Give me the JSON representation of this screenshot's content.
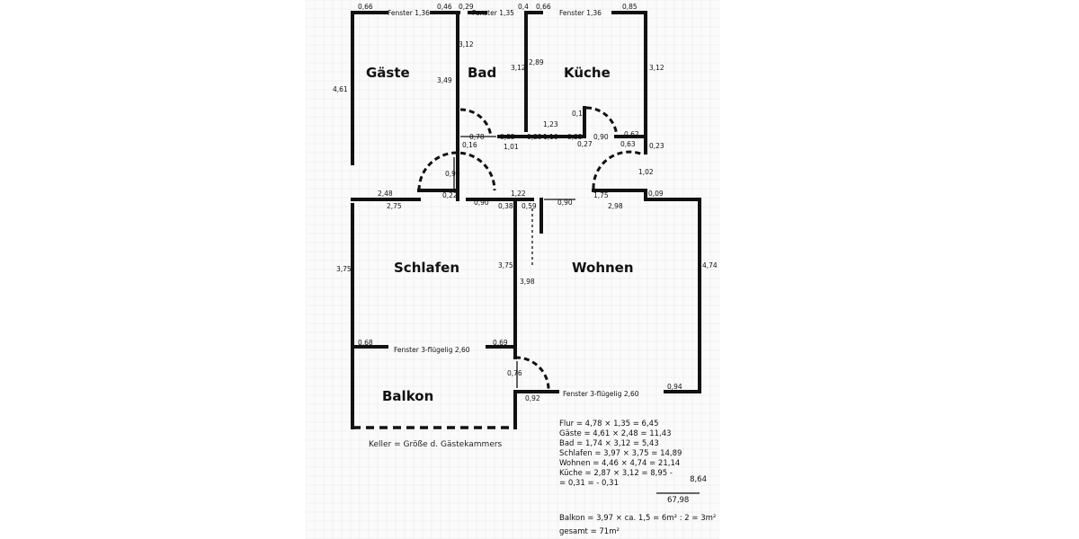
{
  "rooms": {
    "gaeste": "Gäste",
    "bad": "Bad",
    "kueche": "Küche",
    "schlafen": "Schlafen",
    "wohnen": "Wohnen",
    "balkon": "Balkon"
  },
  "windows": {
    "w1": "Fenster 1,36",
    "w2": "Fenster 1,35",
    "w3": "Fenster 1,36",
    "w4": "Fenster 3-flügelig 2,60",
    "w5": "Fenster 3-flügelig 2,60"
  },
  "dims": {
    "d066": "0,66",
    "d046": "0,46",
    "d029": "0,29",
    "d014": "0,4",
    "d066b": "0,66",
    "d085": "0,85",
    "d461": "4,61",
    "d312a": "3,12",
    "d349": "3,49",
    "d312b": "3,12",
    "d289": "2,89",
    "d312c": "3,12",
    "d078": "0,78",
    "d016": "0,16",
    "d085b": "0,85",
    "d025": "0,25",
    "d101": "1,01",
    "d123": "1,23",
    "d013": "0,13",
    "d110": "1,10",
    "d025b": "0,25",
    "d090a": "0,90",
    "d062": "0,62",
    "d027": "0,27",
    "d063": "0,63",
    "d023": "0,23",
    "d102": "1,02",
    "d090b": "0,90",
    "d022": "0,22",
    "d248": "2,48",
    "d090c": "0,90",
    "d122": "1,22",
    "d090d": "0,90",
    "d175": "1,75",
    "d009": "0,09",
    "d275": "2,75",
    "d038": "0,38",
    "d059": "0,59",
    "d298": "2,98",
    "d375a": "3,75",
    "d375b": "3,75",
    "d398": "3,98",
    "d474": "4,74",
    "d068": "0,68",
    "d069": "0,69",
    "d076": "0,76",
    "d092": "0,92",
    "d094": "0,94"
  },
  "notes": {
    "keller": "Keller = Größe d. Gästekammers"
  },
  "calc": {
    "rows": [
      "Flur  = 4,78 × 1,35 =   6,45",
      "Gäste = 4,61 × 2,48 =  11,43",
      "Bad   = 1,74 × 3,12 =   5,43",
      "Schlafen = 3,97 × 3,75 = 14,89",
      "Wohnen = 4,46 × 4,74 =  21,14",
      "Küche = 2,87 × 3,12 =   8,95 -",
      "      =  0,31 =  - 0,31"
    ],
    "kueche_net": "8,64",
    "sum": "67,98",
    "balkon": "Balkon = 3,97 × ca. 1,5 = 6m² : 2 = 3m²",
    "gesamt": "gesamt = 71m²"
  }
}
